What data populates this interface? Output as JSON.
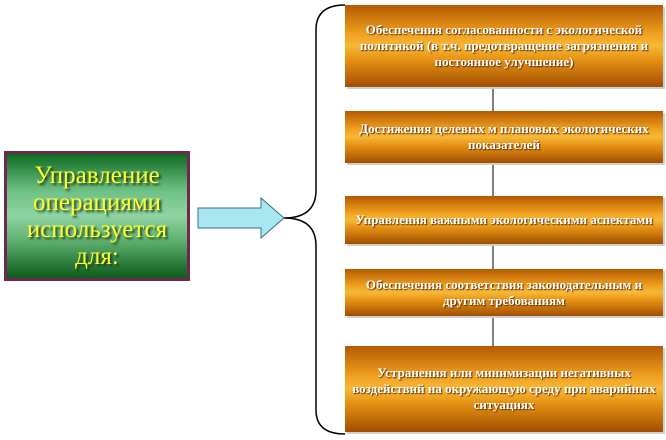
{
  "left_box": {
    "text": "Управление операциями используется для:"
  },
  "items": [
    {
      "text": "Обеспечения согласованности с экологической политикой (в т.ч. предотвращение загрязнения и постоянное улучшение)"
    },
    {
      "text": "Достижения целевых м плановых экологических показателей"
    },
    {
      "text": "Управления важными экологическими аспектами"
    },
    {
      "text": "Обеспечения соответствия законодательным и другим требованиям"
    },
    {
      "text": "Устранения или минимизации негативных воздействий на окружающую среду при аварийных ситуациях"
    }
  ],
  "colors": {
    "left_fill": "#6fc286",
    "left_border": "#6e2a4a",
    "left_text": "#ffff33",
    "right_fill": "#f0a020",
    "right_text": "#ffffff",
    "arrow_fill": "#a8e6f0",
    "line": "#000000"
  }
}
